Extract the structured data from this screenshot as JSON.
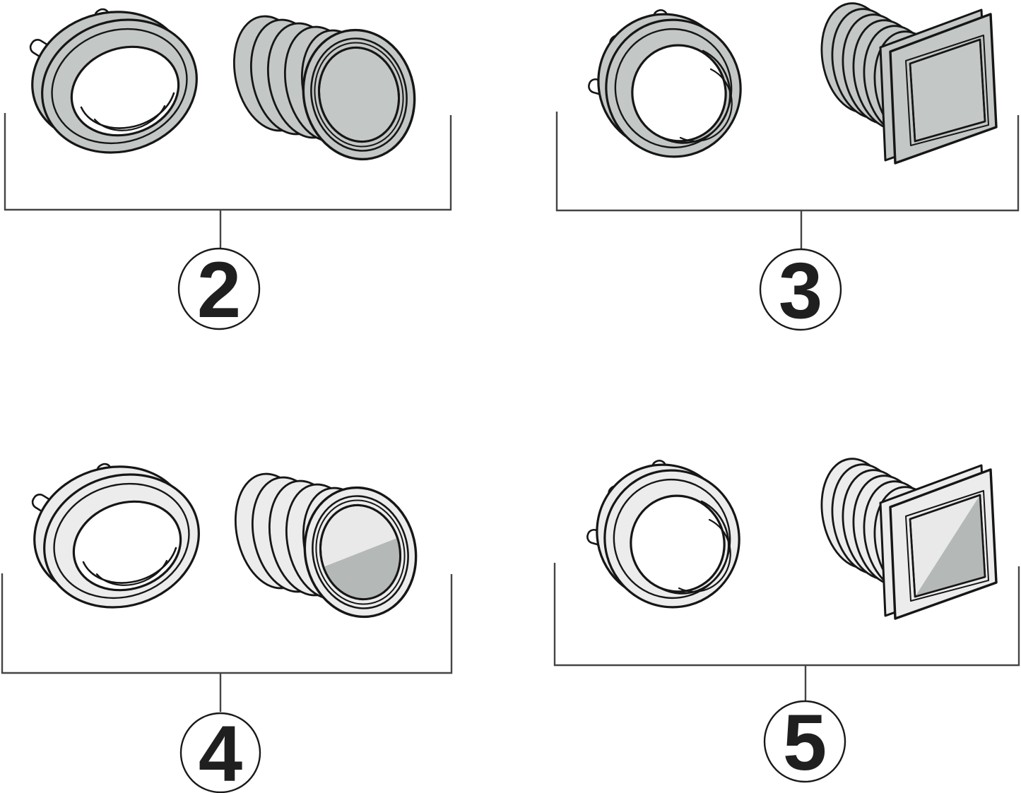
{
  "figure": {
    "type": "exploded-parts-diagram",
    "background_color": "#ffffff",
    "outline_color": "#161616",
    "bracket_color": "#454545",
    "colors": {
      "part_gray": "#c3c7c6",
      "part_light": "#ececec",
      "lens_shade_light": "#e9e9e9",
      "lens_shade_dark": "#b4b8b7",
      "tab_white": "#ffffff"
    },
    "callouts": [
      {
        "label": "2",
        "parts": [
          "lock-ring",
          "threaded-barrel-round-lens"
        ],
        "variant": "gray"
      },
      {
        "label": "3",
        "parts": [
          "lock-ring",
          "threaded-barrel-square-flange"
        ],
        "variant": "gray"
      },
      {
        "label": "4",
        "parts": [
          "lock-ring",
          "threaded-barrel-round-lens"
        ],
        "variant": "light"
      },
      {
        "label": "5",
        "parts": [
          "lock-ring",
          "threaded-barrel-square-flange"
        ],
        "variant": "light"
      }
    ]
  }
}
